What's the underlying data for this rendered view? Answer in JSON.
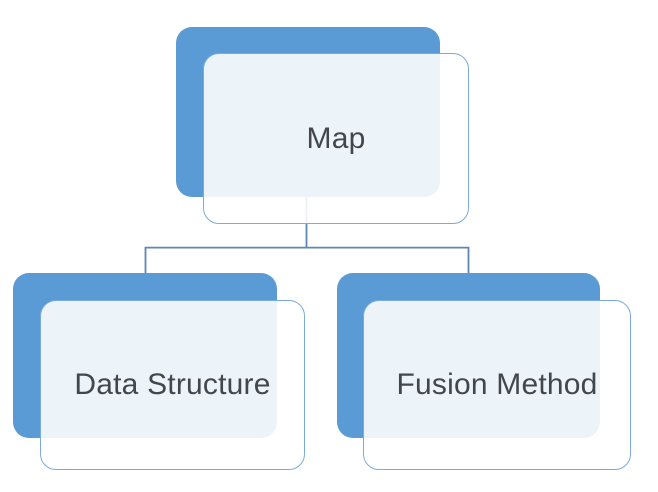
{
  "diagram": {
    "type": "hierarchy",
    "root": {
      "label": "Map"
    },
    "children": [
      {
        "label": "Data Structure"
      },
      {
        "label": "Fusion Method"
      }
    ],
    "colors": {
      "shape_back_fill": "#5b9bd5",
      "shape_front_fill": "rgba(255,255,255,0.885)",
      "shape_front_border": "#7aabdc",
      "connector": "#5e87b2",
      "text": "#44464b",
      "background": "#ffffff"
    }
  }
}
